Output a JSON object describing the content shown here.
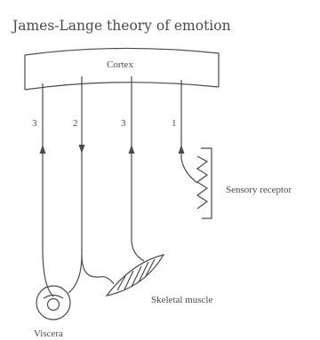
{
  "title": "James-Lange theory of emotion",
  "labels": {
    "cortex": "Cortex",
    "sensory_receptor": "Sensory receptor",
    "skeletal_muscle": "Skeletal muscle",
    "viscera": "Viscera"
  },
  "pathways": {
    "p1": "1",
    "p2": "2",
    "p3_left": "3",
    "p3_right": "3"
  },
  "colors": {
    "ink": "#4a4a4a"
  }
}
